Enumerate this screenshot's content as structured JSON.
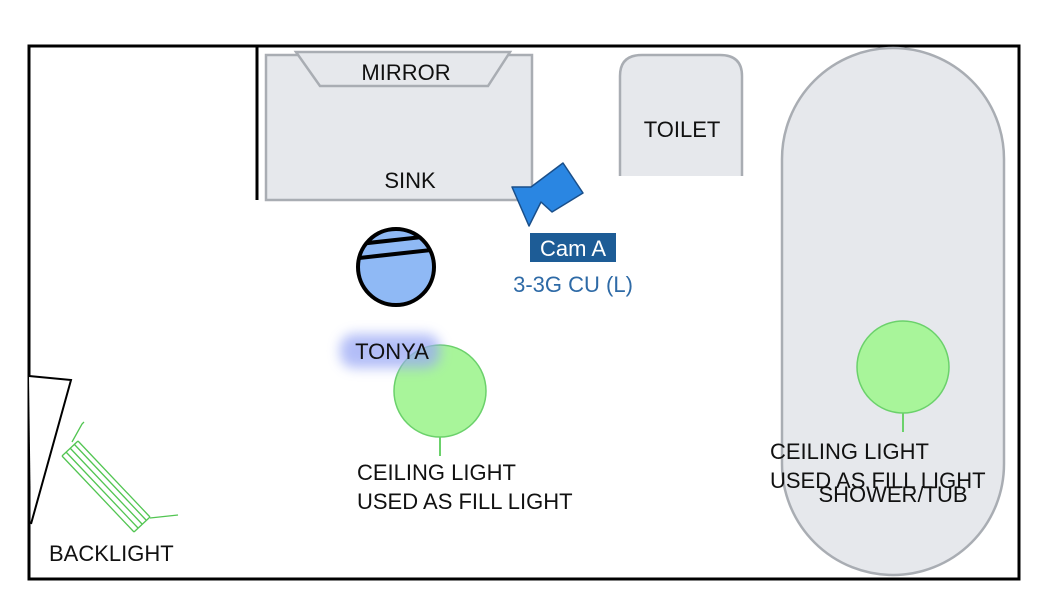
{
  "fixtures": {
    "mirror": "MIRROR",
    "sink": "SINK",
    "toilet": "TOILET",
    "shower": "SHOWER/TUB"
  },
  "camera": {
    "name": "Cam A",
    "shot": "3-3G CU (L)"
  },
  "actor": {
    "name": "TONYA"
  },
  "lights": {
    "ceiling_left": [
      "CEILING LIGHT",
      "USED AS FILL LIGHT"
    ],
    "ceiling_right": [
      "CEILING LIGHT",
      "USED AS FILL LIGHT"
    ],
    "backlight": "BACKLIGHT"
  },
  "colors": {
    "fixture_fill": "#e6e8ec",
    "fixture_stroke": "#a9adb3",
    "camera_blue": "#2a86e2",
    "camera_label_bg": "#1d5c96",
    "shot_text": "#2e6aa6",
    "actor_fill": "#8fb9f5",
    "actor_glow": "#9aa8f5",
    "light_fill": "#a8f59a",
    "light_stroke": "#6bd16b",
    "backlight_stroke": "#52c552"
  }
}
